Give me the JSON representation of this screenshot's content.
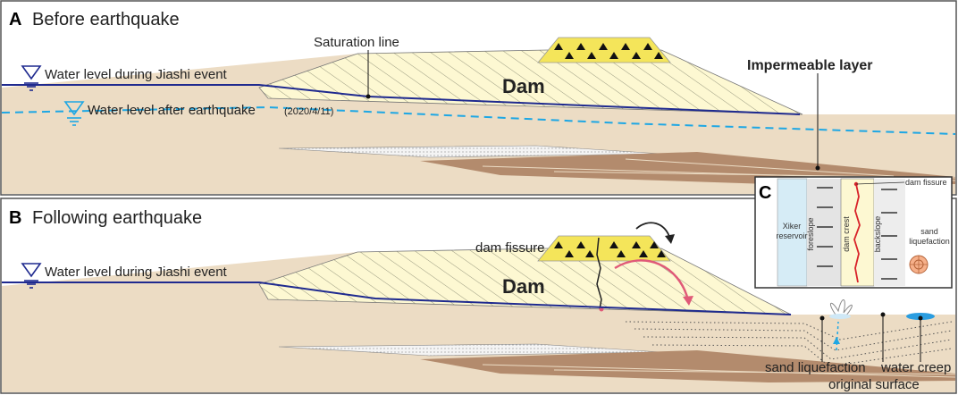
{
  "panel_a": {
    "letter": "A",
    "title": "Before earthquake",
    "saturation_line": "Saturation line",
    "water_level_jiashi": "Water level during Jiashi event",
    "water_level_after": "Water level after earthquake",
    "water_level_after_date": "(2020/4/11)",
    "dam_label": "Dam",
    "impermeable_layer": "Impermeable layer"
  },
  "panel_b": {
    "letter": "B",
    "title": "Following earthquake",
    "water_level_jiashi": "Water level during Jiashi event",
    "dam_fissure": "dam fissure",
    "dam_label": "Dam",
    "sand_liquefaction": "sand liquefaction",
    "water_creep": "water creep",
    "original_surface": "original surface"
  },
  "panel_c": {
    "letter": "C",
    "reservoir_line1": "Xiker",
    "reservoir_line2": "reservoir",
    "foreslope": "foreslope",
    "dam_crest": "dam crest",
    "backslope": "backslope",
    "dam_fissure": "dam fissure",
    "sand_line1": "sand",
    "sand_line2": "liquefaction"
  },
  "colors": {
    "ground": "#ecdcc4",
    "dam_fill": "#fdf8d2",
    "crest": "#f4e55a",
    "layer": "#b38b6d",
    "water_dark": "#1f2a8f",
    "water_light": "#1ea7e4",
    "fissure": "#e05a78",
    "reservoir": "#d6ecf6"
  }
}
